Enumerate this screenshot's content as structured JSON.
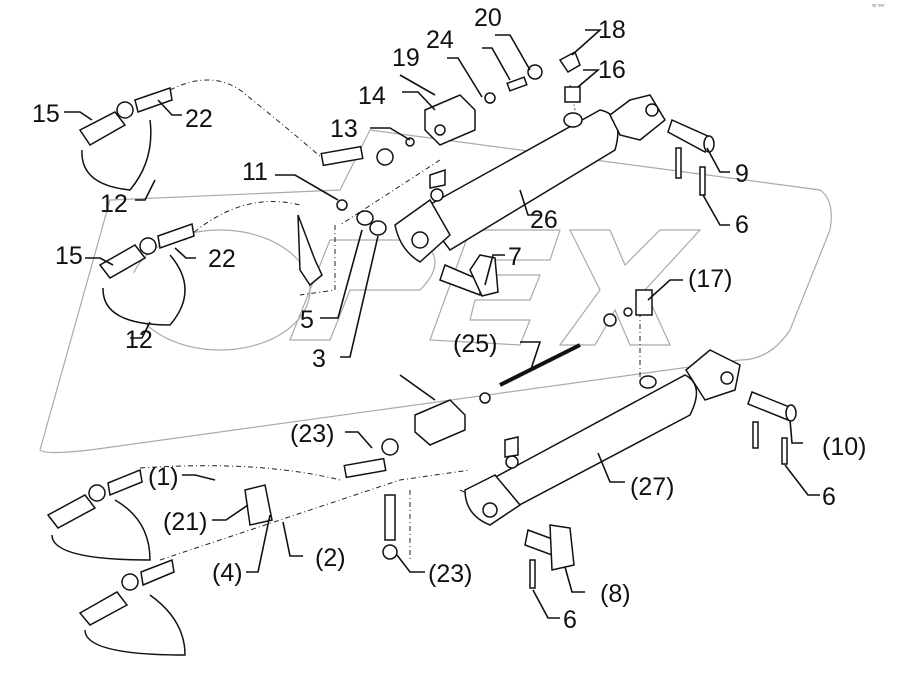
{
  "title": "Hydraulic cylinder assembly — exploded parts diagram",
  "watermark": "OPEX",
  "corner_mark": "ᵘᵖ ˢˢˢ",
  "callouts": [
    {
      "id": "c20",
      "text": "20"
    },
    {
      "id": "c18",
      "text": "18"
    },
    {
      "id": "c24",
      "text": "24"
    },
    {
      "id": "c19",
      "text": "19"
    },
    {
      "id": "c16",
      "text": "16"
    },
    {
      "id": "c14",
      "text": "14"
    },
    {
      "id": "c15a",
      "text": "15"
    },
    {
      "id": "c22a",
      "text": "22"
    },
    {
      "id": "c13",
      "text": "13"
    },
    {
      "id": "c11",
      "text": "11"
    },
    {
      "id": "c9",
      "text": "9"
    },
    {
      "id": "c12a",
      "text": "12"
    },
    {
      "id": "c26",
      "text": "26"
    },
    {
      "id": "c6a",
      "text": "6"
    },
    {
      "id": "c15b",
      "text": "15"
    },
    {
      "id": "c22b",
      "text": "22"
    },
    {
      "id": "c7",
      "text": "7"
    },
    {
      "id": "c17",
      "text": "(17)"
    },
    {
      "id": "c5",
      "text": "5"
    },
    {
      "id": "c12b",
      "text": "12"
    },
    {
      "id": "c25",
      "text": "(25)"
    },
    {
      "id": "c3",
      "text": "3"
    },
    {
      "id": "c23a",
      "text": "(23)"
    },
    {
      "id": "c10",
      "text": "(10)"
    },
    {
      "id": "c1",
      "text": "(1)"
    },
    {
      "id": "c27",
      "text": "(27)"
    },
    {
      "id": "c6b",
      "text": "6"
    },
    {
      "id": "c21",
      "text": "(21)"
    },
    {
      "id": "c2",
      "text": "(2)"
    },
    {
      "id": "c4",
      "text": "(4)"
    },
    {
      "id": "c23b",
      "text": "(23)"
    },
    {
      "id": "c8",
      "text": "(8)"
    },
    {
      "id": "c6c",
      "text": "6"
    }
  ]
}
